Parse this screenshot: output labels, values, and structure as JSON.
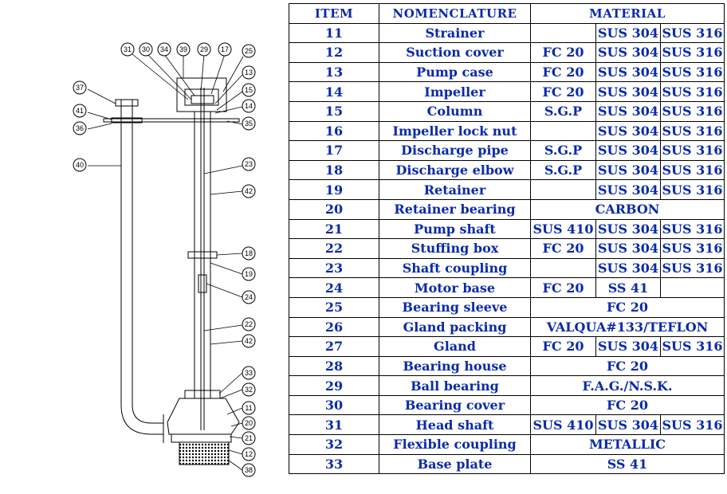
{
  "table": {
    "headers": {
      "item": "ITEM",
      "nomenclature": "NOMENCLATURE",
      "material": "MATERIAL"
    },
    "rows": [
      {
        "item": "11",
        "name": "Strainer",
        "m1": "",
        "m2": "SUS 304",
        "m3": "SUS 316"
      },
      {
        "item": "12",
        "name": "Suction cover",
        "m1": "FC 20",
        "m2": "SUS 304",
        "m3": "SUS 316"
      },
      {
        "item": "13",
        "name": "Pump case",
        "m1": "FC 20",
        "m2": "SUS 304",
        "m3": "SUS 316"
      },
      {
        "item": "14",
        "name": "Impeller",
        "m1": "FC 20",
        "m2": "SUS 304",
        "m3": "SUS 316"
      },
      {
        "item": "15",
        "name": "Column",
        "m1": "S.G.P",
        "m2": "SUS 304",
        "m3": "SUS 316"
      },
      {
        "item": "16",
        "name": "Impeller lock nut",
        "m1": "",
        "m2": "SUS 304",
        "m3": "SUS 316"
      },
      {
        "item": "17",
        "name": "Discharge pipe",
        "m1": "S.G.P",
        "m2": "SUS 304",
        "m3": "SUS 316"
      },
      {
        "item": "18",
        "name": "Discharge elbow",
        "m1": "S.G.P",
        "m2": "SUS 304",
        "m3": "SUS 316"
      },
      {
        "item": "19",
        "name": "Retainer",
        "m1": "",
        "m2": "SUS 304",
        "m3": "SUS 316"
      },
      {
        "item": "20",
        "name": "Retainer bearing",
        "span": "CARBON"
      },
      {
        "item": "21",
        "name": "Pump shaft",
        "m1": "SUS 410",
        "m2": "SUS 304",
        "m3": "SUS 316"
      },
      {
        "item": "22",
        "name": "Stuffing box",
        "m1": "FC 20",
        "m2": "SUS 304",
        "m3": "SUS 316"
      },
      {
        "item": "23",
        "name": "Shaft coupling",
        "m1": "",
        "m2": "SUS 304",
        "m3": "SUS 316"
      },
      {
        "item": "24",
        "name": "Motor base",
        "m1": "FC 20",
        "m2": "SS 41",
        "m3": ""
      },
      {
        "item": "25",
        "name": "Bearing sleeve",
        "span": "FC 20"
      },
      {
        "item": "26",
        "name": "Gland packing",
        "span": "VALQUA#133/TEFLON"
      },
      {
        "item": "27",
        "name": "Gland",
        "m1": "FC 20",
        "m2": "SUS 304",
        "m3": "SUS 316"
      },
      {
        "item": "28",
        "name": "Bearing house",
        "span": "FC 20"
      },
      {
        "item": "29",
        "name": "Ball bearing",
        "span": "F.A.G./N.S.K."
      },
      {
        "item": "30",
        "name": "Bearing cover",
        "span": "FC 20"
      },
      {
        "item": "31",
        "name": "Head shaft",
        "m1": "SUS 410",
        "m2": "SUS 304",
        "m3": "SUS 316"
      },
      {
        "item": "32",
        "name": "Flexible coupling",
        "span": "METALLIC"
      },
      {
        "item": "33",
        "name": "Base plate",
        "span": "SS 41"
      }
    ]
  },
  "drawing": {
    "callouts": [
      "31",
      "30",
      "34",
      "39",
      "29",
      "17",
      "25",
      "13",
      "15",
      "14",
      "35",
      "37",
      "41",
      "36",
      "40",
      "23",
      "42",
      "18",
      "19",
      "24",
      "22",
      "42",
      "33",
      "32",
      "11",
      "20",
      "21",
      "12",
      "38"
    ]
  }
}
